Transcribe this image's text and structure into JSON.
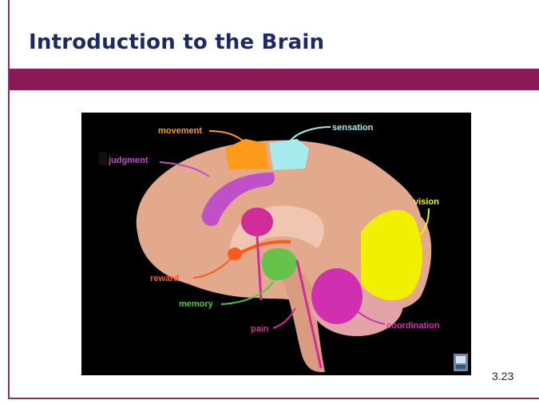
{
  "slide": {
    "title": "Introduction to the Brain",
    "number": "3.23"
  },
  "figure": {
    "labels": {
      "movement": "movement",
      "sensation": "sensation",
      "judgment": "judgment",
      "vision": "vision",
      "reward": "reward",
      "memory": "memory",
      "pain": "pain",
      "coordination": "coordination"
    }
  },
  "colors": {
    "title": "#1b2a63",
    "band": "#8b1a57",
    "movement": "#ff9a1a",
    "sensation": "#a7ecec",
    "judgment": "#c050c8",
    "vision": "#f0f000",
    "reward": "#ff5a1a",
    "memory": "#4fc840",
    "pain": "#d02c9a",
    "coordination": "#d030b0",
    "brain": "#e2a98c"
  }
}
